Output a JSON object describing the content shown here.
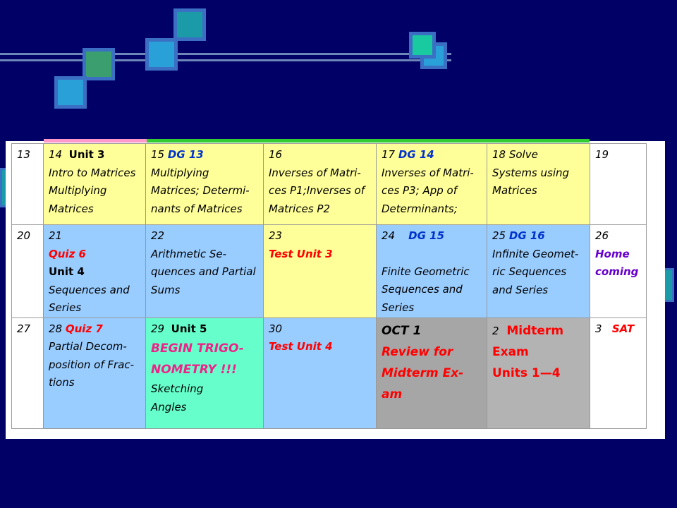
{
  "colors": {
    "background": "#000066",
    "yellow_cell": "#ffff99",
    "blue_cell": "#99ccff",
    "green_cell": "#66ffcc",
    "gray_cell": "#a6a6a6",
    "blue_text": "#0033cc",
    "red_text": "#ff0000",
    "pink_text": "#ee2288",
    "purple_text": "#6600cc"
  },
  "calendar": {
    "week1": {
      "c13": {
        "day": "13"
      },
      "c14": {
        "day": "14",
        "tag": "Unit 3",
        "l1": "Intro to Matrices",
        "l2": "Multiplying",
        "l3": "Matrices"
      },
      "c15": {
        "day": "15",
        "tag": "DG 13",
        "l1": "Multiplying",
        "l2": "Matrices; Determi-",
        "l3": "nants of Matrices"
      },
      "c16": {
        "day": "16",
        "l1": "Inverses of Matri-",
        "l2": "ces P1;Inverses of",
        "l3": "Matrices P2"
      },
      "c17": {
        "day": "17",
        "tag": "DG 14",
        "l1": "Inverses of Matri-",
        "l2": "ces  P3; App of",
        "l3": "Determinants;"
      },
      "c18": {
        "day": "18 Solve",
        "l1": "Systems using",
        "l2": "Matrices"
      },
      "c19": {
        "day": "19"
      }
    },
    "week2": {
      "c20": {
        "day": "20"
      },
      "c21": {
        "day": "21",
        "l1": "Quiz 6",
        "l2": "Unit 4",
        "l3": "Sequences and",
        "l4": "Series"
      },
      "c22": {
        "day": "22",
        "l1": "Arithmetic Se-",
        "l2": "quences and Partial",
        "l3": "Sums"
      },
      "c23": {
        "day": "23",
        "l1": "Test Unit 3"
      },
      "c24": {
        "day": "24",
        "tag": "DG 15",
        "l1": "Finite Geometric",
        "l2": "Sequences and",
        "l3": "Series"
      },
      "c25": {
        "day": "25",
        "tag": "DG 16",
        "l1": "Infinite Geomet-",
        "l2": "ric Sequences",
        "l3": "and Series"
      },
      "c26": {
        "day": "26",
        "l1": "Home",
        "l2": "coming"
      }
    },
    "week3": {
      "c27": {
        "day": "27"
      },
      "c28": {
        "day": "28",
        "tag": "Quiz  7",
        "l1": "Partial Decom-",
        "l2": "position of Frac-",
        "l3": "tions"
      },
      "c29": {
        "day": "29",
        "tag": "Unit 5",
        "l1": "BEGIN TRIGO-",
        "l2": "NOMETRY !!!",
        "l3": "Sketching",
        "l4": "Angles"
      },
      "c30": {
        "day": "30",
        "l1": "Test Unit 4"
      },
      "coct1": {
        "day": "OCT 1",
        "l1": "Review for",
        "l2": "Midterm Ex-",
        "l3": "am"
      },
      "c2": {
        "day": "2",
        "tag": "Midterm",
        "l1": "Exam",
        "l2": "Units 1—4"
      },
      "c3": {
        "day": "3",
        "tag": "SAT"
      }
    }
  }
}
